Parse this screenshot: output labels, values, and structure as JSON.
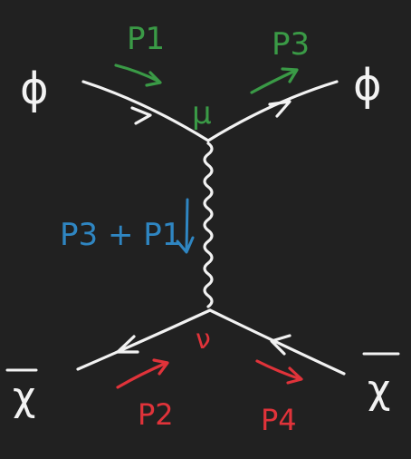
{
  "particles": {
    "top_left": "ϕ",
    "top_right": "ϕ",
    "bottom_left": "χ",
    "bottom_right": "χ"
  },
  "vertices": {
    "top": "μ",
    "bottom": "ν"
  },
  "momenta": {
    "p1": "P1",
    "p3": "P3",
    "p2": "P2",
    "p4": "P4",
    "exchange": "P3 + P1"
  },
  "colors": {
    "background": "#212121",
    "lines": "#f2f2f2",
    "top_momenta": "#3a9a46",
    "bottom_momenta": "#e0333a",
    "exchange_momentum": "#2f86c2"
  }
}
